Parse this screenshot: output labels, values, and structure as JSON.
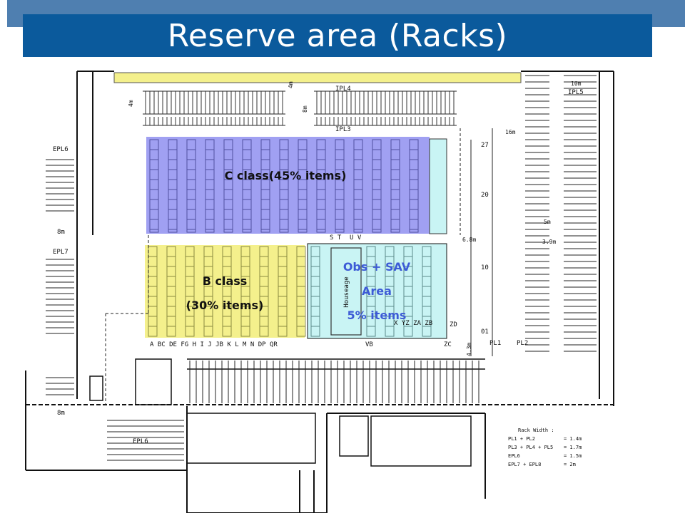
{
  "title": "Reserve area (Racks)",
  "zones": {
    "c_class": {
      "label": "C class(45% items)",
      "color": "#8f8ff0"
    },
    "b_class": {
      "line1": "B class",
      "line2": "(30% items)",
      "color": "#f4f08c"
    },
    "obs_sav": {
      "line1": "Obs + SAV",
      "line2": "Area",
      "line3": "5% items",
      "color": "#c9f4f4",
      "text_color": "#3d5bd6"
    }
  },
  "drawing_labels": {
    "ipl4": "IPL4",
    "ipl3": "IPL3",
    "ipl5": "IPL5",
    "ten_m": "10m",
    "four_m": "4m",
    "eight_m": "8m",
    "sixteen_m": "16m",
    "five_m": "5m",
    "three_nine_m": "3.9m",
    "six_eight_m": "6.8m",
    "four_three_m": "4.3m",
    "epl6_top": "EPL6",
    "epl7": "EPL7",
    "epl6_bottom": "EPL6",
    "pl1": "PL1",
    "pl2": "PL2",
    "st": "S T",
    "uv": "U V",
    "row_letters": "A  BC  DE  FG  H I  J JB  K L  M N  DP  QR",
    "vb": "VB",
    "zc": "ZC",
    "zd": "ZD",
    "xz": "X   YZ  ZA ZB",
    "n27": "27",
    "n20": "20",
    "n10": "10",
    "n01": "01",
    "houseage": "Houseage"
  },
  "legend": {
    "heading": "Rack Width :",
    "rows": [
      "PL1 + PL2",
      "PL3 + PL4  + PL5",
      "EPL6",
      "EPL7 + EPL8"
    ],
    "values": [
      "= 1.4m",
      "= 1.7m",
      "= 1.5m",
      "= 2m"
    ]
  }
}
